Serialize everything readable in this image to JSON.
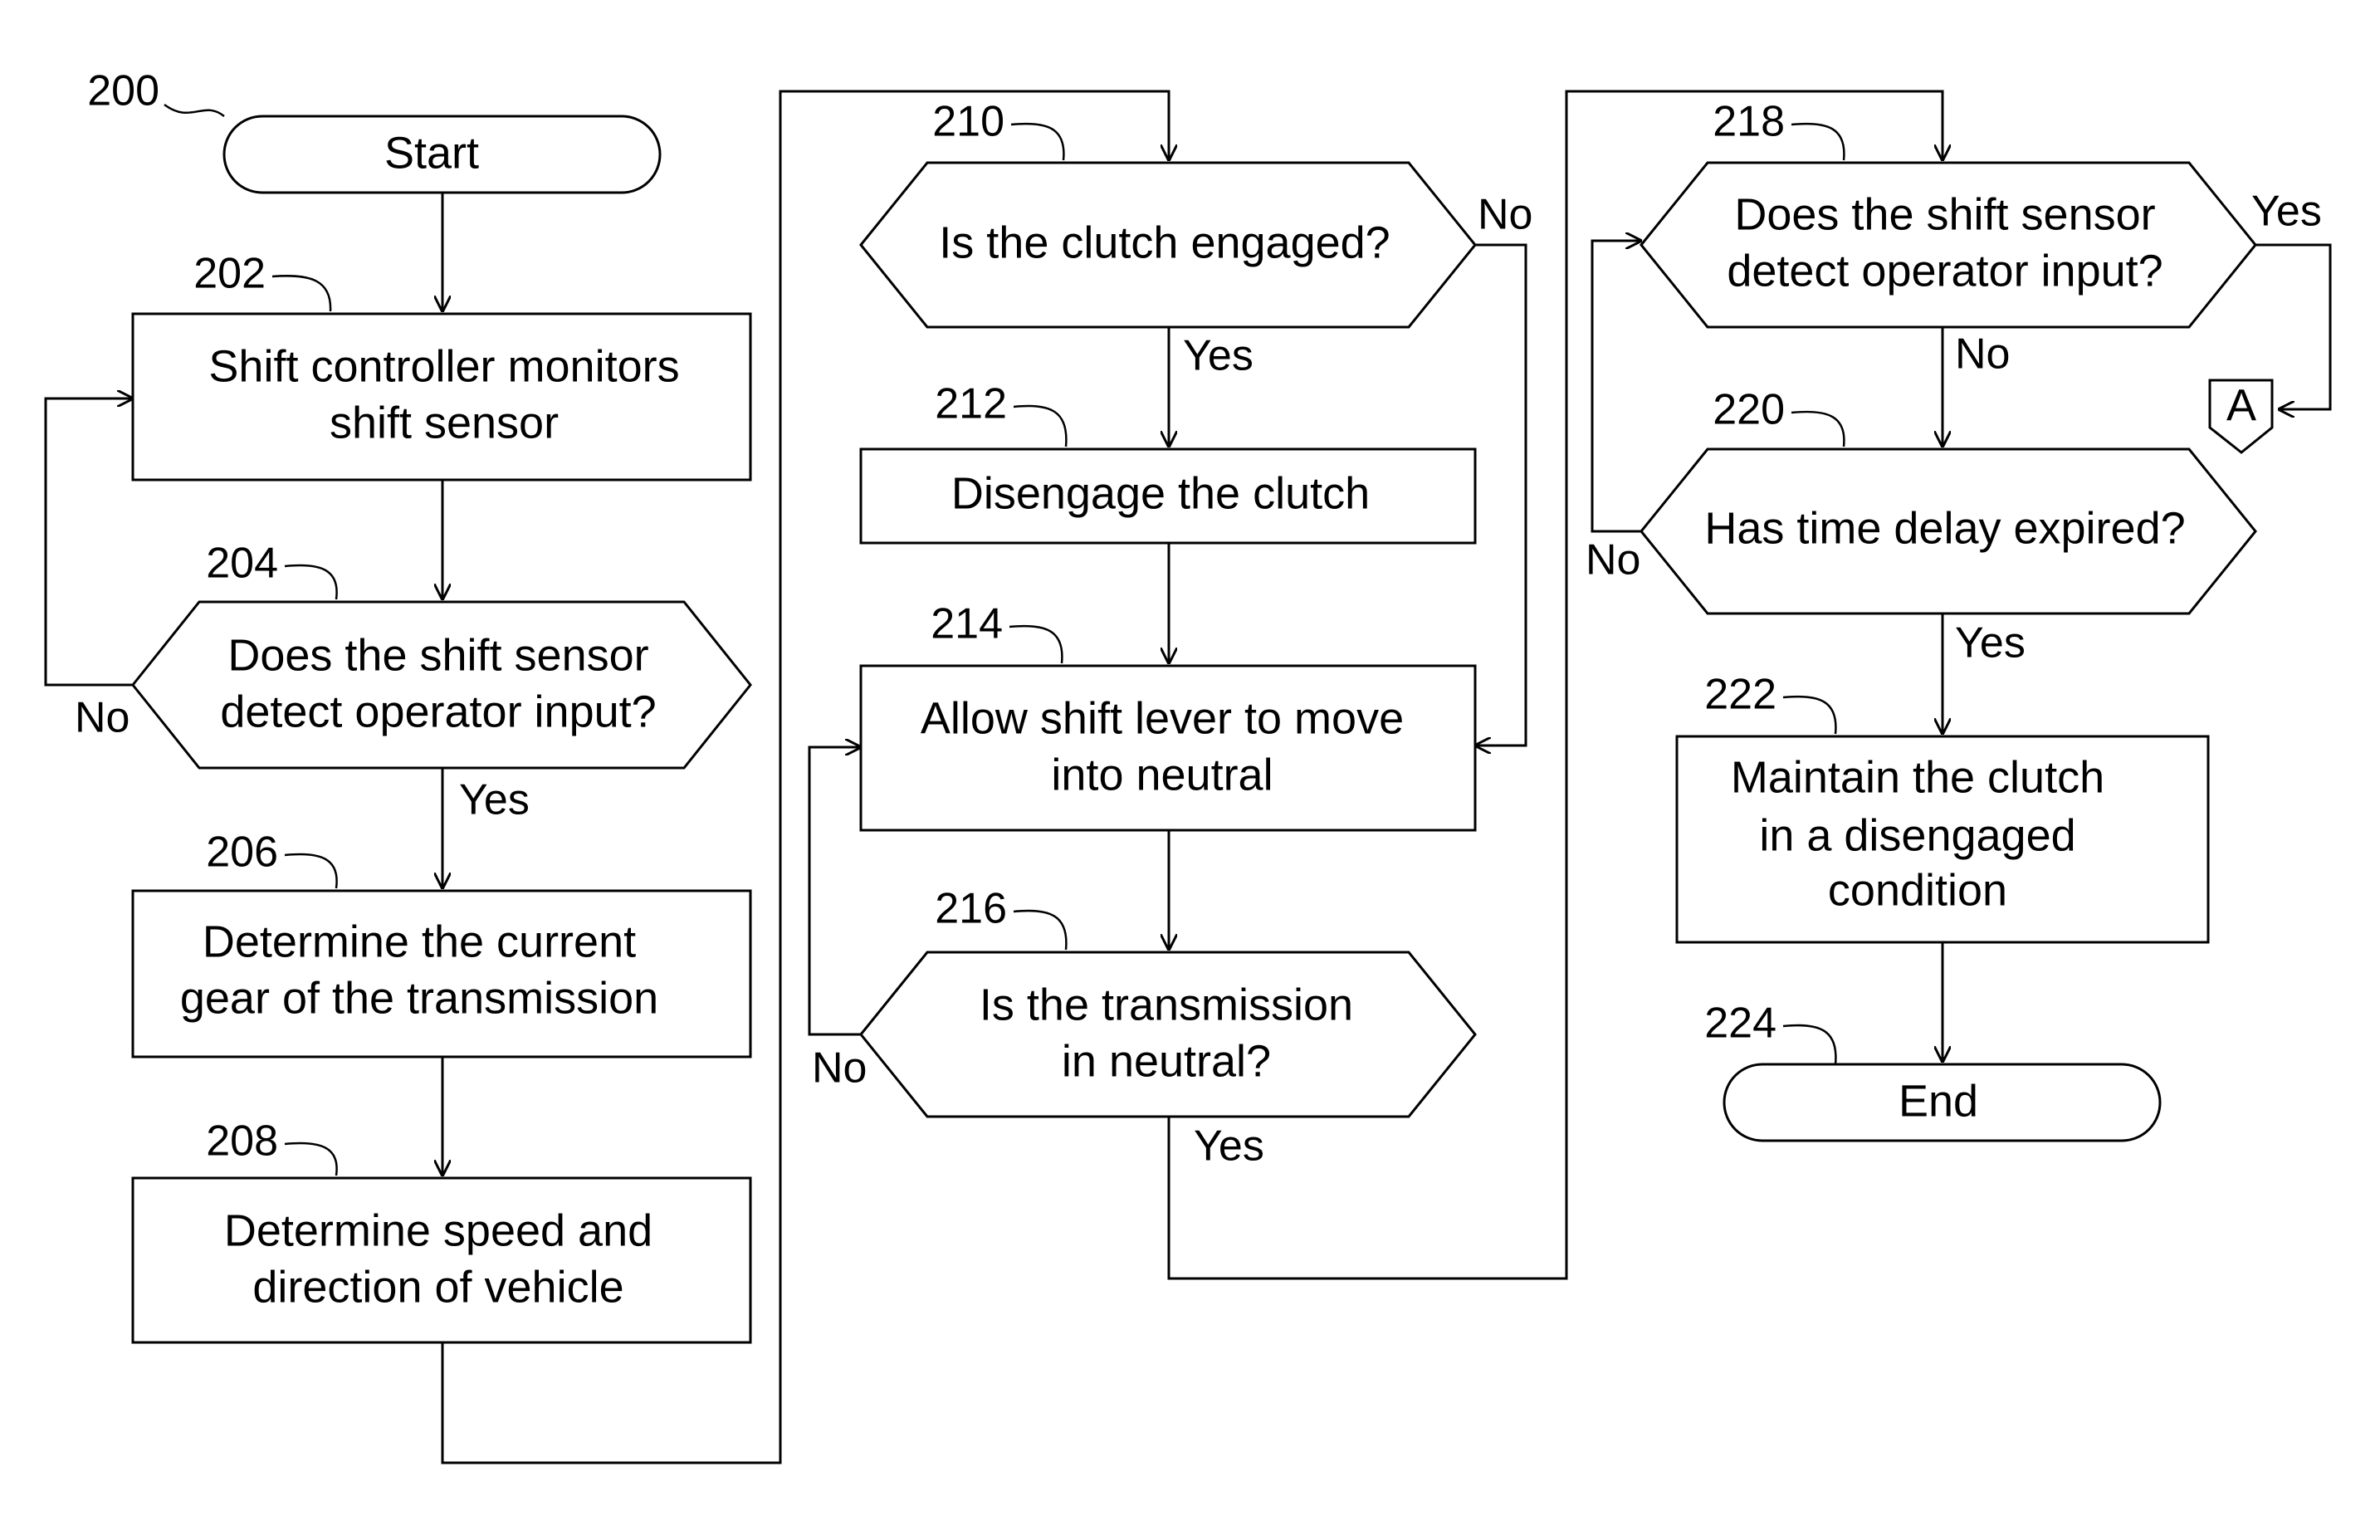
{
  "figure": {
    "ref": "200"
  },
  "nodes": {
    "start": {
      "text": "Start"
    },
    "n202": {
      "ref": "202",
      "line1": "Shift controller monitors",
      "line2": "shift sensor"
    },
    "n204": {
      "ref": "204",
      "line1": "Does the shift sensor",
      "line2": "detect operator input?"
    },
    "n206": {
      "ref": "206",
      "line1": "Determine the current",
      "line2": "gear of the transmission"
    },
    "n208": {
      "ref": "208",
      "line1": "Determine speed and",
      "line2": "direction of vehicle"
    },
    "n210": {
      "ref": "210",
      "line1": "Is the clutch engaged?"
    },
    "n212": {
      "ref": "212",
      "line1": "Disengage the clutch"
    },
    "n214": {
      "ref": "214",
      "line1": "Allow shift lever to move",
      "line2": "into neutral"
    },
    "n216": {
      "ref": "216",
      "line1": "Is the transmission",
      "line2": "in neutral?"
    },
    "n218": {
      "ref": "218",
      "line1": "Does the shift sensor",
      "line2": "detect operator input?"
    },
    "n220": {
      "ref": "220",
      "line1": "Has time delay expired?"
    },
    "n222": {
      "ref": "222",
      "line1": "Maintain the clutch",
      "line2": "in a disengaged",
      "line3": "condition"
    },
    "n224": {
      "ref": "224",
      "text": "End"
    },
    "connector_a": {
      "text": "A"
    }
  },
  "branches": {
    "b204_no": "No",
    "b204_yes": "Yes",
    "b210_no": "No",
    "b210_yes": "Yes",
    "b216_no": "No",
    "b216_yes": "Yes",
    "b218_yes": "Yes",
    "b218_no": "No",
    "b220_no": "No",
    "b220_yes": "Yes"
  },
  "colors": {
    "ink": "#000000",
    "background": "#ffffff"
  }
}
